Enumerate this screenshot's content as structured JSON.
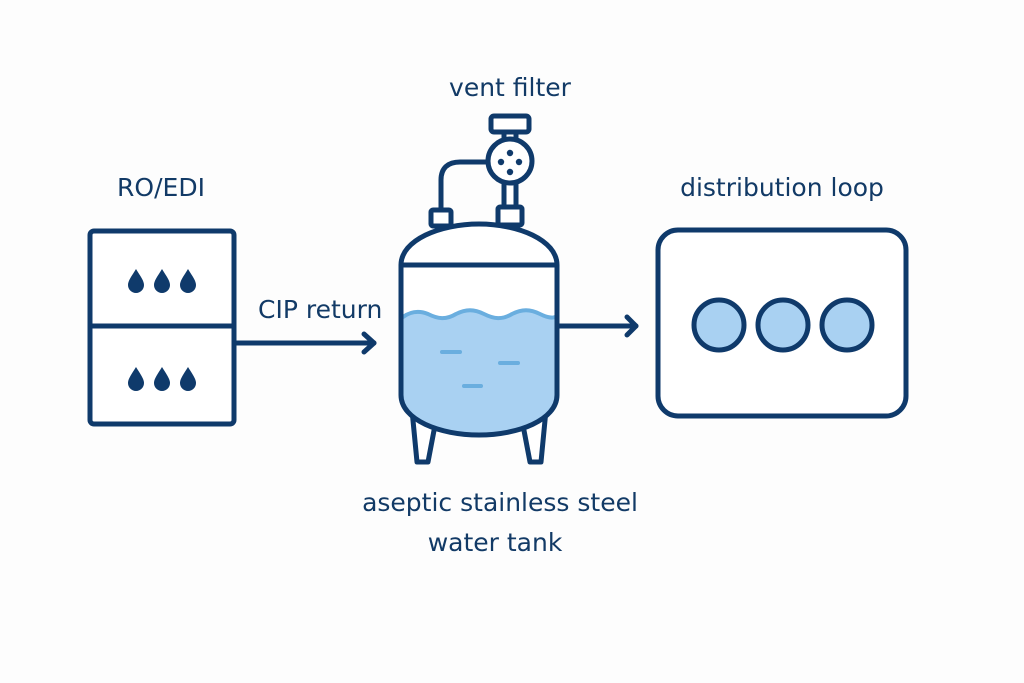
{
  "diagram": {
    "title": "Purified water system",
    "colors": {
      "stroke": "#0f3a6b",
      "water": "#a9d1f2",
      "water_line": "#6aaedf",
      "background": "#fdfdfd"
    },
    "nodes": {
      "ro_edi": {
        "label": "RO/EDI",
        "stages": 2,
        "drops_per_stage": 3
      },
      "vent_filter": {
        "label": "vent filter"
      },
      "tank": {
        "label_line1": "aseptic stainless steel",
        "label_line2": "water tank"
      },
      "distribution_loop": {
        "label": "distribution loop",
        "circles": 3
      }
    },
    "edges": [
      {
        "from": "ro_edi",
        "to": "tank",
        "label": "CIP return"
      },
      {
        "from": "tank",
        "to": "distribution_loop",
        "label": ""
      }
    ]
  }
}
